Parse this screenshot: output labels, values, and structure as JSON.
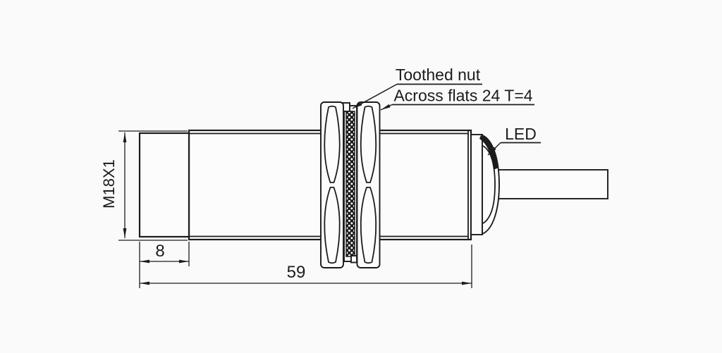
{
  "drawing": {
    "kind": "dimensional-drawing",
    "subject": "M18 cylindrical proximity sensor side view",
    "labels": {
      "toothed_nut": "Toothed nut",
      "across_flats": "Across flats 24 T=4",
      "led": "LED"
    },
    "dimensions": {
      "thread": "M18X1",
      "head_length": "8",
      "body_length": "59"
    },
    "colors": {
      "line": "#1c1c1c",
      "background": "#fafafa",
      "fill": "#fcfcfc"
    }
  }
}
